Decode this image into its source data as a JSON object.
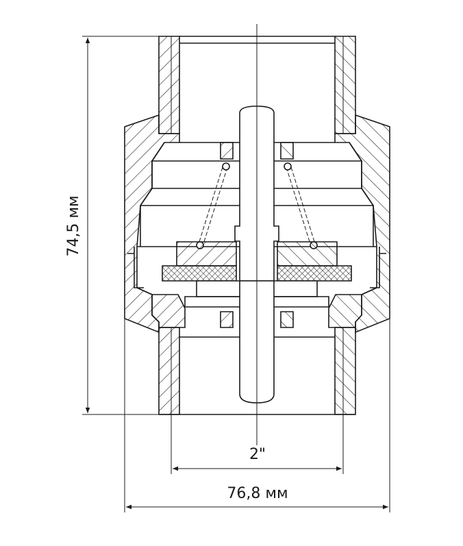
{
  "dimensions": {
    "height_label": "74,5 мм",
    "thread_label": "2\"",
    "width_label": "76,8 мм"
  }
}
